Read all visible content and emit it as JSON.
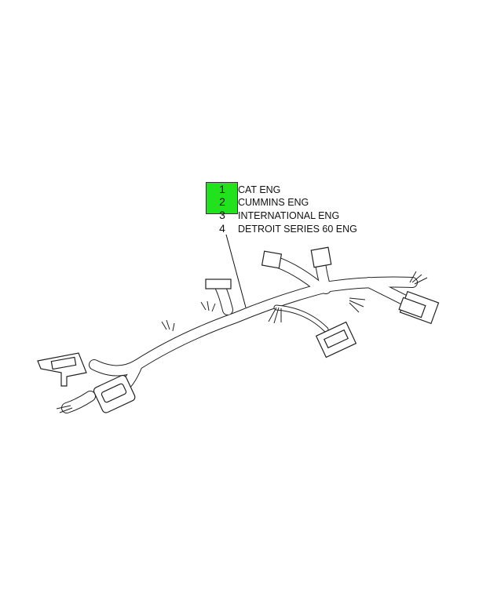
{
  "legend": {
    "items": [
      {
        "number": "1",
        "label": "CAT ENG"
      },
      {
        "number": "2",
        "label": "CUMMINS ENG"
      },
      {
        "number": "3",
        "label": "INTERNATIONAL ENG"
      },
      {
        "number": "4",
        "label": "DETROIT SERIES 60 ENG"
      }
    ],
    "highlight_color": "#22e21e"
  }
}
